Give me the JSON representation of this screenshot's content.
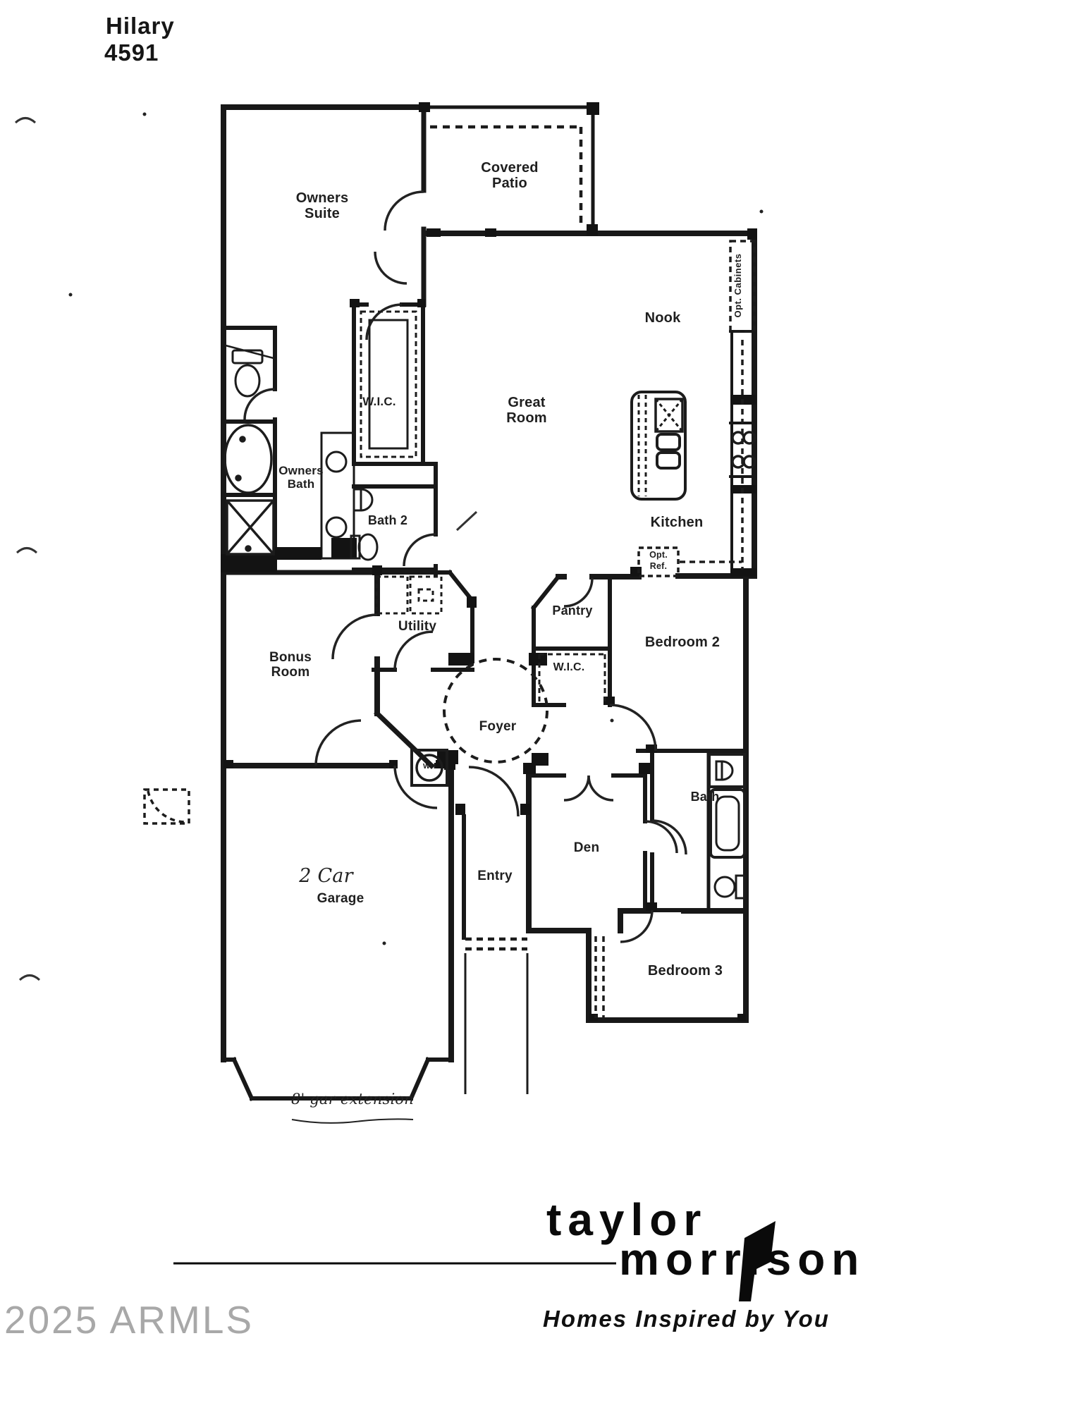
{
  "document": {
    "model_name": "Hilary",
    "model_number": "4591"
  },
  "rooms": {
    "owners_suite": "Owners Suite",
    "covered_patio": "Covered Patio",
    "nook": "Nook",
    "great_room": "Great Room",
    "kitchen": "Kitchen",
    "owners_wic": "W.I.C.",
    "owners_bath": "Owners Bath",
    "bath_2": "Bath 2",
    "utility": "Utility",
    "bonus_room": "Bonus Room",
    "pantry": "Pantry",
    "bedroom_2_wic": "W.I.C.",
    "bedroom_2": "Bedroom 2",
    "foyer": "Foyer",
    "hall_bath": "Bath",
    "entry": "Entry",
    "den": "Den",
    "bedroom_3": "Bedroom 3",
    "garage_handwritten": "2 Car",
    "garage": "Garage"
  },
  "annotations": {
    "opt_cabinets": "Opt. Cabinets",
    "opt_refrigerator": "Opt. Ref.",
    "water_heater": "WH",
    "garage_extension_note": "8' gar extension"
  },
  "branding": {
    "logo_word_1": "taylor",
    "logo_word_2": "morrison",
    "tagline": "Homes Inspired by You"
  },
  "watermark": {
    "text": "2025 ARMLS",
    "color": "#a8a8a8"
  },
  "colors": {
    "ink": "#181818",
    "paper": "#ffffff"
  }
}
